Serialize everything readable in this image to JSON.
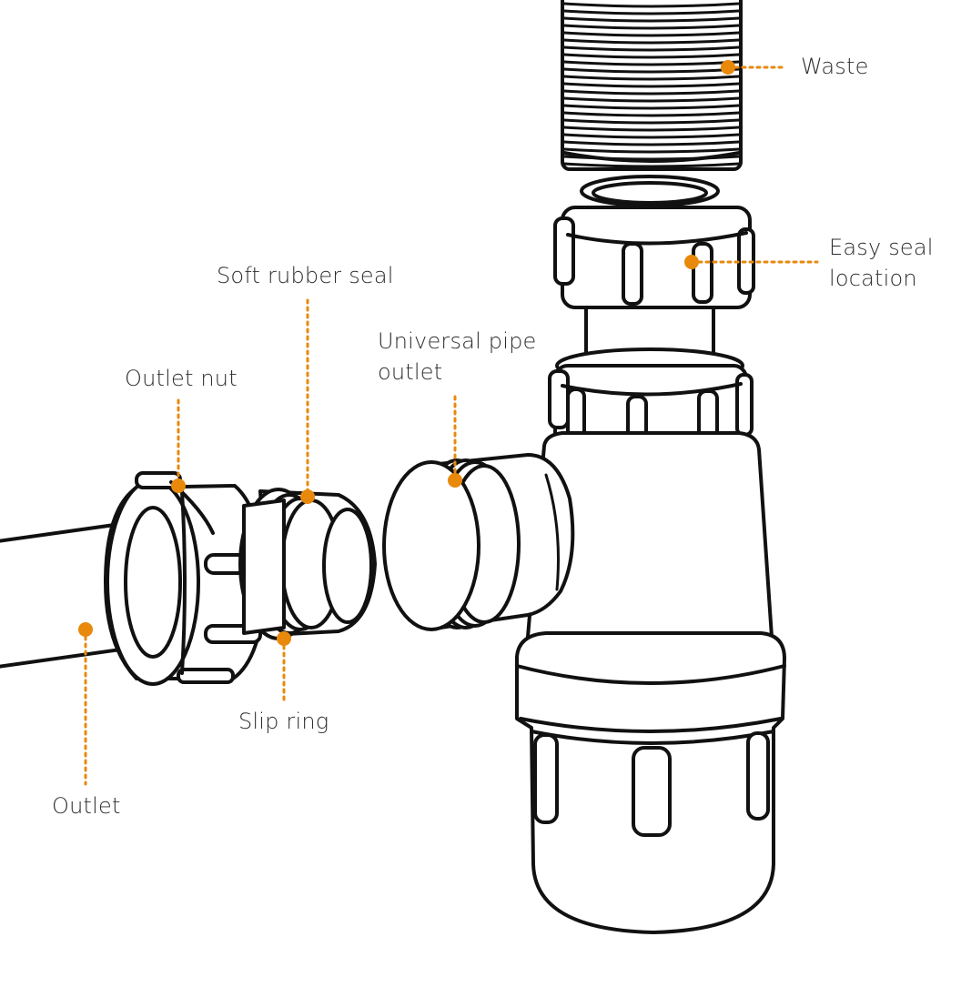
{
  "accent_color": "#E8890C",
  "line_color": "#111111",
  "labels": {
    "waste": "Waste",
    "easy_seal": [
      "Easy seal",
      "location"
    ],
    "soft_rubber_seal": "Soft rubber seal",
    "universal_pipe_outlet": [
      "Universal pipe",
      "outlet"
    ],
    "outlet_nut": "Outlet nut",
    "slip_ring": "Slip ring",
    "outlet": "Outlet"
  }
}
